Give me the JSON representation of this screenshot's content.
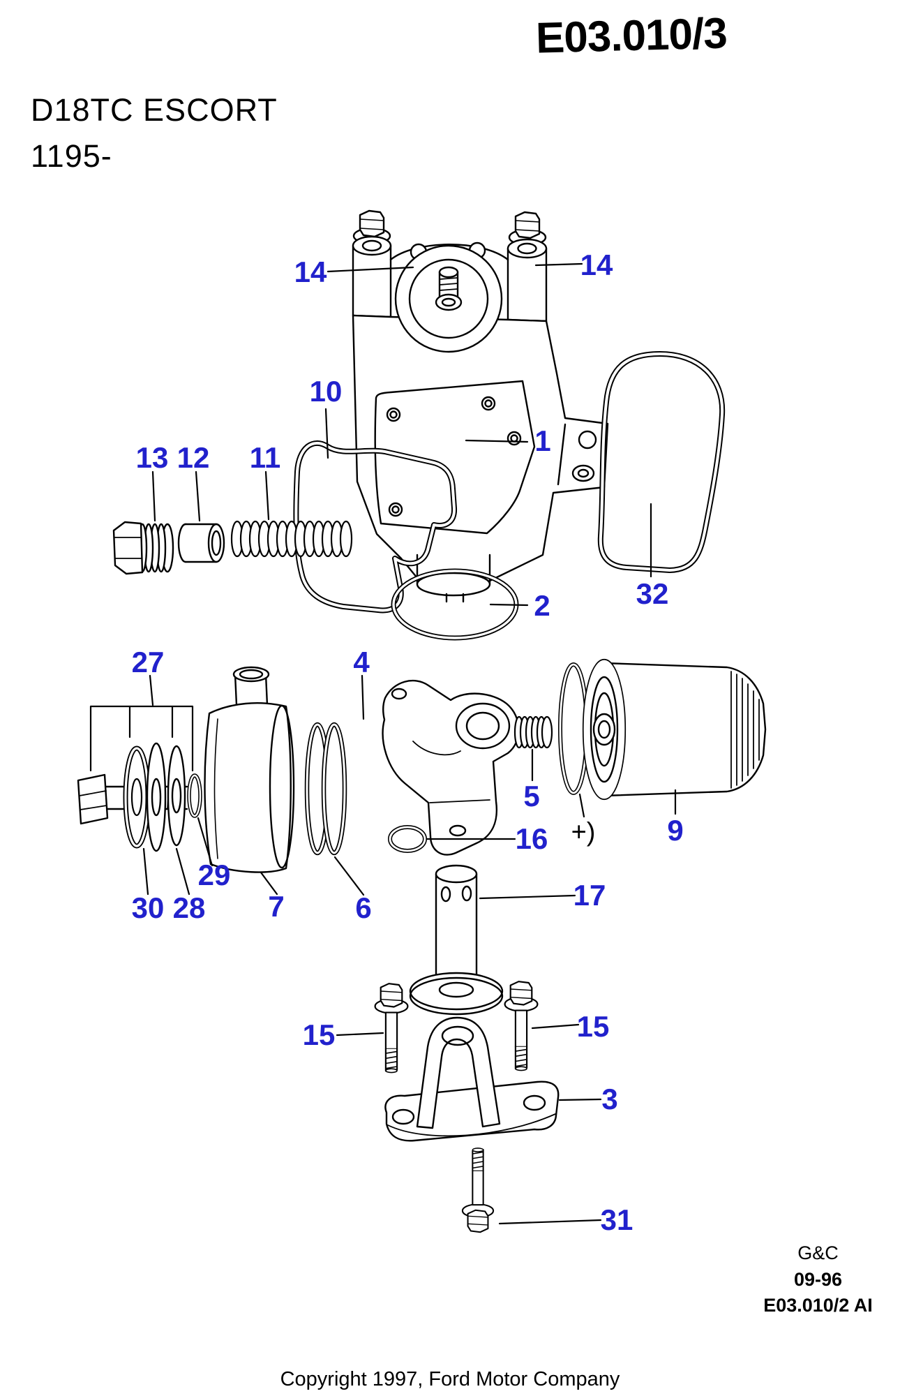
{
  "page": {
    "title_code": "E03.010/3",
    "model": "D18TC ESCORT",
    "build_range": "1195-"
  },
  "callouts": {
    "14_left": "14",
    "14_right": "14",
    "10": "10",
    "13": "13",
    "12": "12",
    "11": "11",
    "1": "1",
    "2": "2",
    "32": "32",
    "27": "27",
    "4": "4",
    "5": "5",
    "16": "16",
    "included_note": "+)",
    "9": "9",
    "17": "17",
    "15_left": "15",
    "15_right": "15",
    "3": "3",
    "31": "31",
    "30": "30",
    "28": "28",
    "29": "29",
    "7": "7",
    "6": "6"
  },
  "stamp": {
    "publisher": "G&C",
    "date": "09-96",
    "reference": "E03.010/2 AI"
  },
  "footer": {
    "copyright": "Copyright 1997, Ford Motor Company"
  },
  "colors": {
    "callout_blue": "#2121cc",
    "line_black": "#000000",
    "background": "#ffffff"
  }
}
